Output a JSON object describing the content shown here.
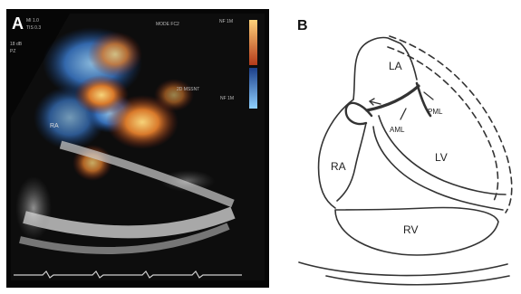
{
  "panel_a": {
    "label": "A",
    "overlay_tiny": [
      "MI 1.0",
      "TIS 0.3",
      "18 dB",
      "PZ",
      "MODE FC2",
      "NF 1M",
      "2D MSSNT",
      "NF 1M"
    ],
    "ra_label": "RA"
  },
  "panel_b": {
    "label": "B",
    "chambers": {
      "la": "LA",
      "lv": "LV",
      "ra": "RA",
      "rv": "RV"
    },
    "leaflets": {
      "aml": "AML",
      "pml": "PML"
    }
  }
}
